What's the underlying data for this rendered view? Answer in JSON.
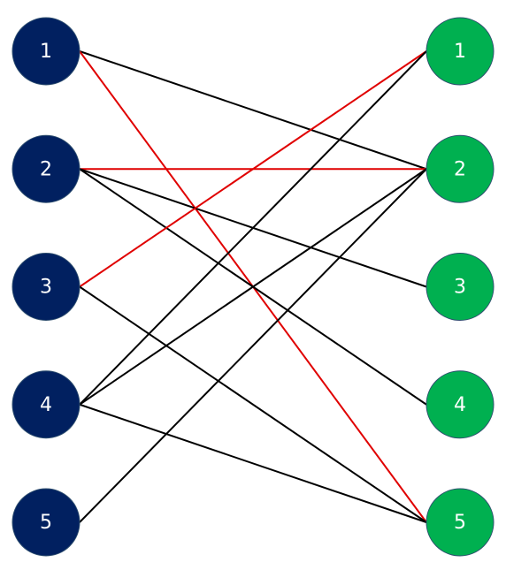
{
  "colors": {
    "left_node_fill": "#012060",
    "right_node_fill": "#00b050",
    "edge_default": "#000000",
    "edge_highlight": "#e00000",
    "background": "#ffffff"
  },
  "left_nodes": [
    {
      "id": "L1",
      "label": "1"
    },
    {
      "id": "L2",
      "label": "2"
    },
    {
      "id": "L3",
      "label": "3"
    },
    {
      "id": "L4",
      "label": "4"
    },
    {
      "id": "L5",
      "label": "5"
    }
  ],
  "right_nodes": [
    {
      "id": "R1",
      "label": "1"
    },
    {
      "id": "R2",
      "label": "2"
    },
    {
      "id": "R3",
      "label": "3"
    },
    {
      "id": "R4",
      "label": "4"
    },
    {
      "id": "R5",
      "label": "5"
    }
  ],
  "edges": [
    {
      "from": "L1",
      "to": "R2",
      "highlight": false
    },
    {
      "from": "L1",
      "to": "R5",
      "highlight": true
    },
    {
      "from": "L2",
      "to": "R2",
      "highlight": true
    },
    {
      "from": "L2",
      "to": "R3",
      "highlight": false
    },
    {
      "from": "L2",
      "to": "R4",
      "highlight": false
    },
    {
      "from": "L3",
      "to": "R1",
      "highlight": true
    },
    {
      "from": "L3",
      "to": "R5",
      "highlight": false
    },
    {
      "from": "L4",
      "to": "R1",
      "highlight": false
    },
    {
      "from": "L4",
      "to": "R2",
      "highlight": false
    },
    {
      "from": "L4",
      "to": "R5",
      "highlight": false
    },
    {
      "from": "L5",
      "to": "R2",
      "highlight": false
    }
  ]
}
